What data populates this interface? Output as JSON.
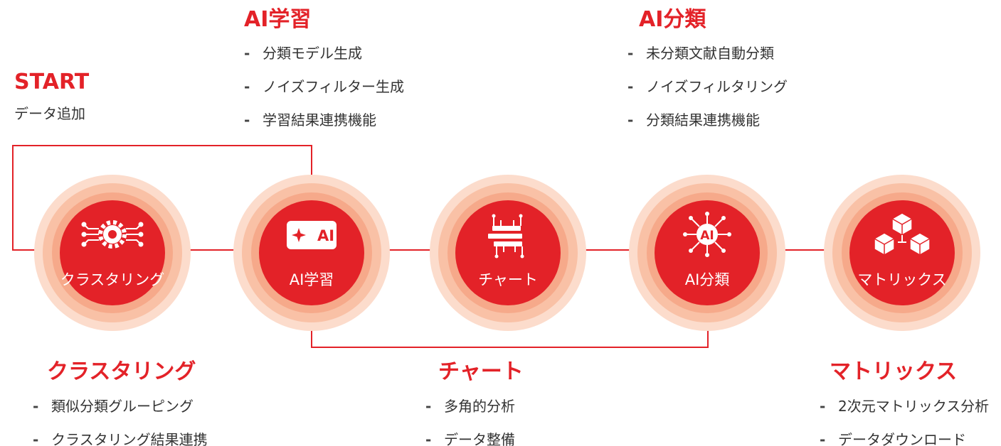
{
  "start": {
    "title": "START",
    "subtitle": "データ追加"
  },
  "top_sections": [
    {
      "title": "AI学習",
      "items": [
        "分類モデル生成",
        "ノイズフィルター生成",
        "学習結果連携機能"
      ]
    },
    {
      "title": "AI分類",
      "items": [
        "未分類文献自動分類",
        "ノイズフィルタリング",
        "分類結果連携機能"
      ]
    }
  ],
  "nodes": [
    {
      "label": "クラスタリング",
      "icon": "gear-circuit-icon"
    },
    {
      "label": "AI学習",
      "icon": "ai-sparkle-icon"
    },
    {
      "label": "チャート",
      "icon": "chart-layers-icon"
    },
    {
      "label": "AI分類",
      "icon": "ai-network-icon"
    },
    {
      "label": "マトリックス",
      "icon": "cubes-icon"
    }
  ],
  "bottom_sections": [
    {
      "title": "クラスタリング",
      "items": [
        "類似分類グルーピング",
        "クラスタリング結果連携"
      ]
    },
    {
      "title": "チャート",
      "items": [
        "多角的分析",
        "データ整備"
      ]
    },
    {
      "title": "マトリックス",
      "items": [
        "2次元マトリックス分析",
        "データダウンロード"
      ]
    }
  ],
  "bullet": "-",
  "icon_ai_text": "AI",
  "colors": {
    "accent": "#e32228",
    "halo_outer": "#fcdccc",
    "halo_mid": "#f9c1a6",
    "halo_inner": "#f6a98a",
    "text": "#333333"
  }
}
